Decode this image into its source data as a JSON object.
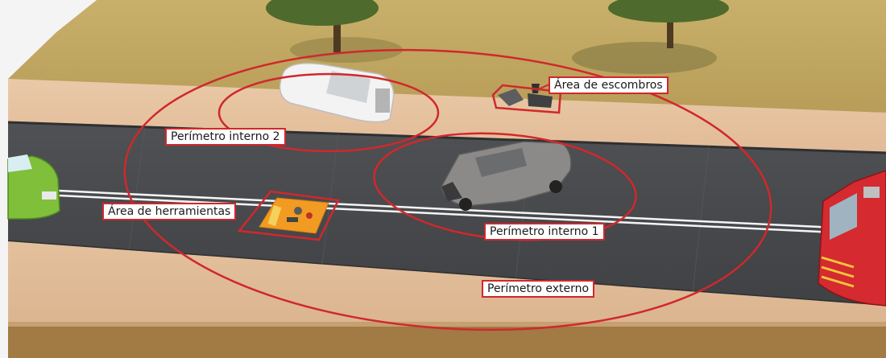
{
  "scene": {
    "labels": {
      "debris_area": "Área de escombros",
      "inner_perimeter_2": "Perímetro interno 2",
      "tools_area": "Área de herramientas",
      "inner_perimeter_1": "Perímetro interno 1",
      "outer_perimeter": "Perímetro externo"
    }
  }
}
